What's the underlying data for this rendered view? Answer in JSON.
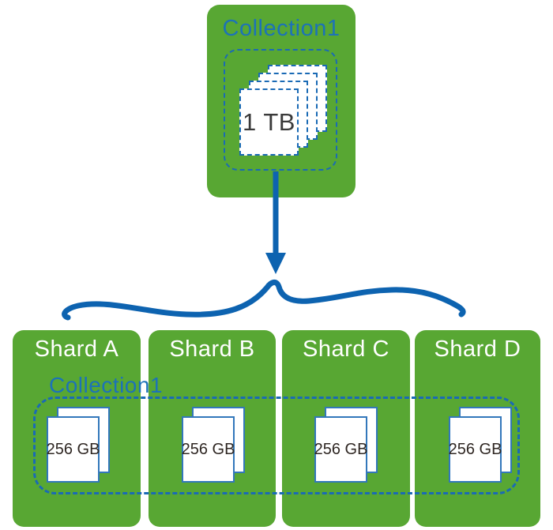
{
  "diagram": {
    "collection_box": {
      "title": "Collection1",
      "data_size": "1 TB"
    },
    "shard_section": {
      "collection_label": "Collection1",
      "shards": [
        {
          "name": "Shard A",
          "data_size": "256 GB"
        },
        {
          "name": "Shard B",
          "data_size": "256 GB"
        },
        {
          "name": "Shard C",
          "data_size": "256 GB"
        },
        {
          "name": "Shard D",
          "data_size": "256 GB"
        }
      ]
    },
    "colors": {
      "green": "#58a733",
      "flow_blue": "#0d63b0",
      "dash_blue": "#1a6ab5",
      "label_blue": "#1c72b8",
      "doc_border_blue": "#3277bb",
      "tb_text": "#3a3a3a",
      "gb_text": "#2f2723"
    }
  }
}
